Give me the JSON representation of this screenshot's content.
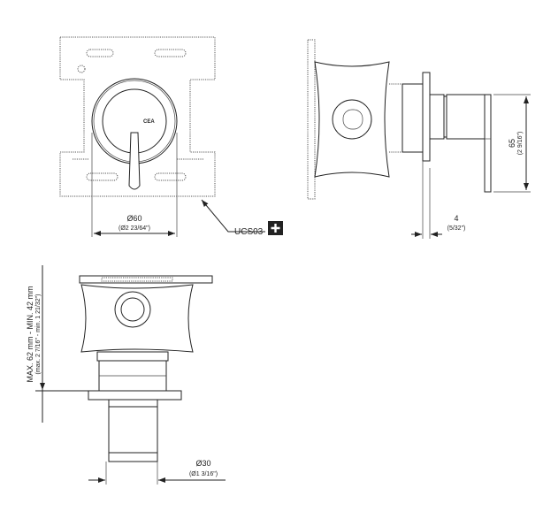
{
  "title": "Concealed mixer technical drawing",
  "front_view": {
    "diameter_mm": "Ø60",
    "diameter_in": "(Ø2 23/64\")",
    "logo": "CEA",
    "callout_code": "UCS03",
    "callout_icon": "plus-icon"
  },
  "side_view": {
    "height_mm": "65",
    "height_in": "(2 9/16\")",
    "protrusion_mm": "4",
    "protrusion_in": "(5/32\")"
  },
  "section_view": {
    "depth_mm": "MAX. 62 mm - MIN. 42 mm",
    "depth_in": "(max. 2 7/16\" - min. 1 21/32\")",
    "diameter_mm": "Ø30",
    "diameter_in": "(Ø1 3/16\")"
  }
}
